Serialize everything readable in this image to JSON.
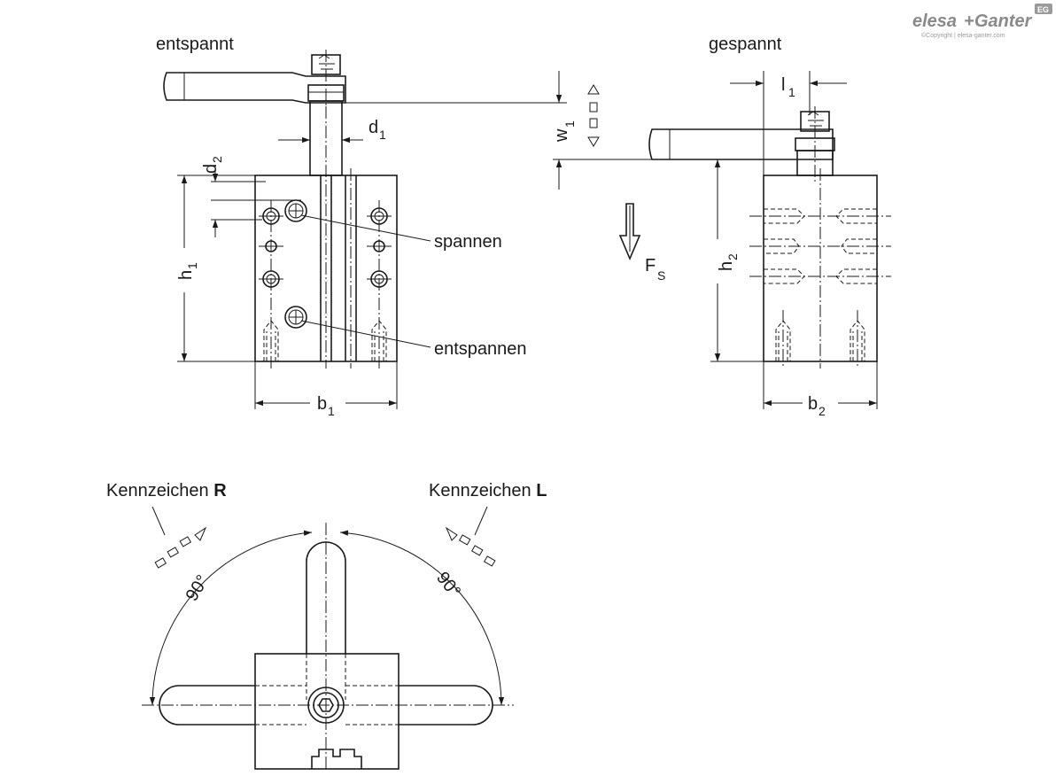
{
  "labels": {
    "released": "entspannt",
    "clamped": "gespannt",
    "clamp": "spannen",
    "release": "entspannen",
    "mark_r_prefix": "Kennzeichen ",
    "mark_r_letter": "R",
    "mark_l_prefix": "Kennzeichen ",
    "mark_l_letter": "L",
    "angle_left": "90°",
    "angle_right": "90°"
  },
  "dimensions": {
    "d1": {
      "base": "d",
      "sub": "1"
    },
    "d2": {
      "base": "d",
      "sub": "2"
    },
    "h1": {
      "base": "h",
      "sub": "1"
    },
    "h2": {
      "base": "h",
      "sub": "2"
    },
    "b1": {
      "base": "b",
      "sub": "1"
    },
    "b2": {
      "base": "b",
      "sub": "2"
    },
    "l1": {
      "base": "l",
      "sub": "1"
    },
    "w1": {
      "base": "w",
      "sub": "1"
    },
    "fs": {
      "base": "F",
      "sub": "S"
    }
  },
  "logo": {
    "brand_a": "elesa",
    "plus": "+",
    "brand_b": "Ganter",
    "badge": "EG",
    "copyright": "©Copyright | elesa-ganter.com"
  }
}
